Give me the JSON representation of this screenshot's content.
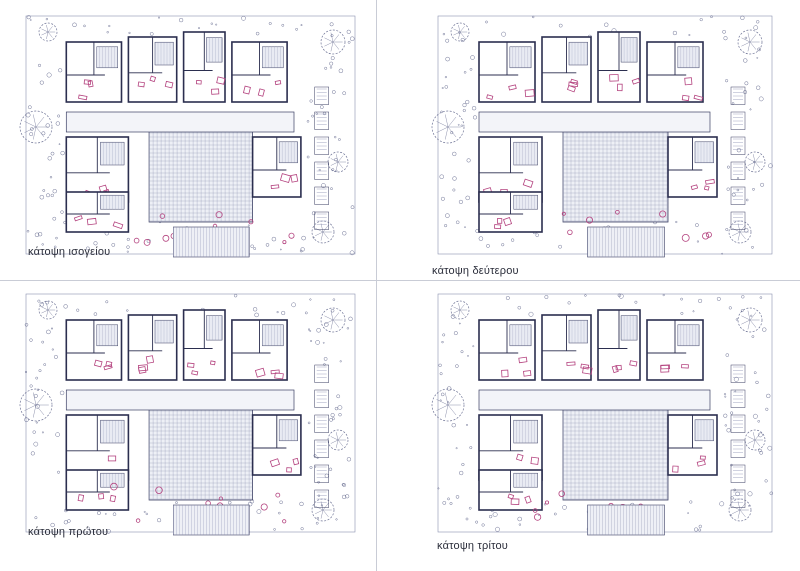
{
  "plans": [
    {
      "id": "ground",
      "label": "κάτοψη ισογείου"
    },
    {
      "id": "second",
      "label": "κάτοψη δεύτερου"
    },
    {
      "id": "first",
      "label": "κάτοψη πρώτου"
    },
    {
      "id": "third",
      "label": "κάτοψη τρίτου"
    }
  ],
  "colors": {
    "line": "#3b3f63",
    "wall": "#2b2e4f",
    "hatch": "#8a90b0",
    "vegetation": "#6f7496",
    "furniture": "#b4437f",
    "paper": "#ffffff",
    "frame": "#c9ccd6"
  }
}
